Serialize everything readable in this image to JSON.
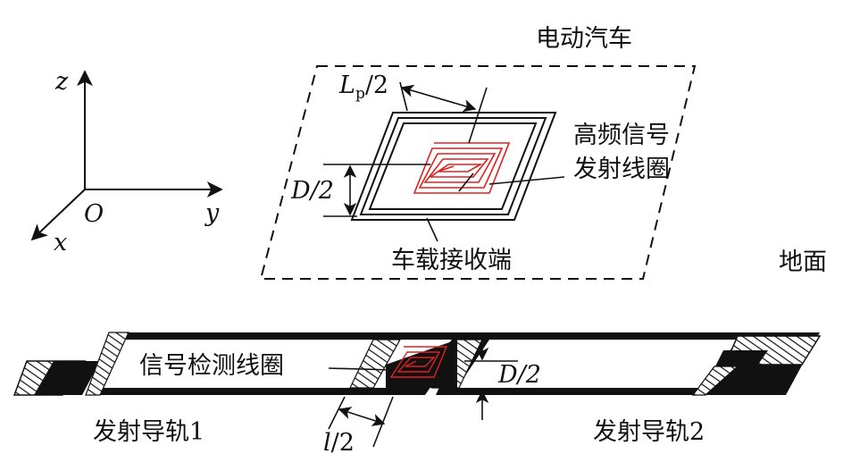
{
  "colors": {
    "ink": "#111111",
    "coil_red": "#e02020",
    "background": "#ffffff"
  },
  "labels": {
    "ev": "电动汽车",
    "ground": "地面",
    "hf_coil_line1": "高频信号",
    "hf_coil_line2": "发射线圈",
    "receiver": "车载接收端",
    "detect_coil": "信号检测线圈",
    "rail1": "发射导轨1",
    "rail2": "发射导轨2"
  },
  "axes": {
    "z": "z",
    "x": "x",
    "y": "y",
    "origin": "O"
  },
  "dimensions": {
    "Lp_main": "L",
    "Lp_sub": "p",
    "Lp_tail": "/2",
    "D_top": "D/2",
    "D_bottom": "D/2",
    "l_var": "l",
    "l_tail": "/2"
  }
}
